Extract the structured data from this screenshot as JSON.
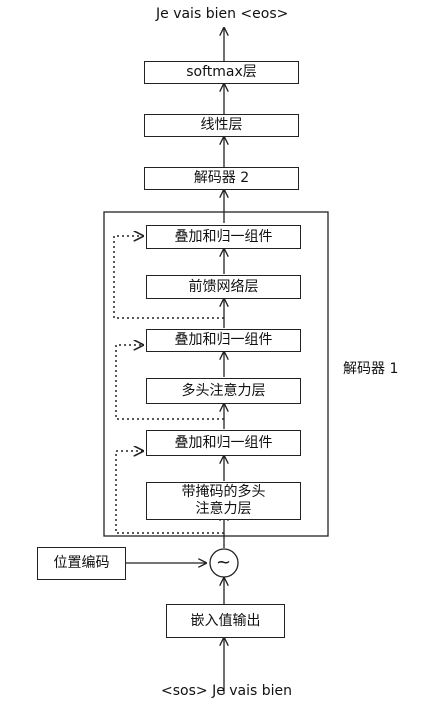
{
  "output_tokens": "Je vais bien <eos>",
  "input_tokens": "<sos> Je vais bien",
  "softmax": "softmax层",
  "linear": "线性层",
  "decoder2": "解码器 2",
  "decoder1_label": "解码器 1",
  "add_norm_top": "叠加和归一组件",
  "ffn": "前馈网络层",
  "add_norm_mid": "叠加和归一组件",
  "self_attn": "多头注意力层",
  "add_norm_bottom": "叠加和归一组件",
  "masked_attn_line1": "带掩码的多头",
  "masked_attn_line2": "注意力层",
  "positional_encoding": "位置编码",
  "embedding": "嵌入值输出",
  "sum_symbol": "~"
}
